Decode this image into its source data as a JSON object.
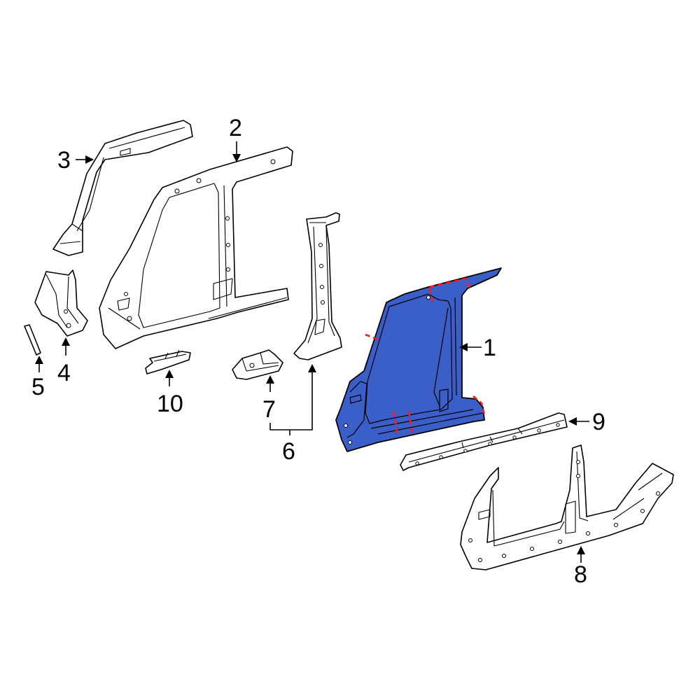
{
  "callouts": [
    {
      "id": "1",
      "label": "1"
    },
    {
      "id": "2",
      "label": "2"
    },
    {
      "id": "3",
      "label": "3"
    },
    {
      "id": "4",
      "label": "4"
    },
    {
      "id": "5",
      "label": "5"
    },
    {
      "id": "6",
      "label": "6"
    },
    {
      "id": "7",
      "label": "7"
    },
    {
      "id": "8",
      "label": "8"
    },
    {
      "id": "9",
      "label": "9"
    },
    {
      "id": "10",
      "label": "10"
    }
  ],
  "colors": {
    "highlight": "#3a5fc8",
    "cut_line": "#ff1a1a",
    "outline": "#000000",
    "background": "#ffffff"
  },
  "highlighted_part": "1"
}
